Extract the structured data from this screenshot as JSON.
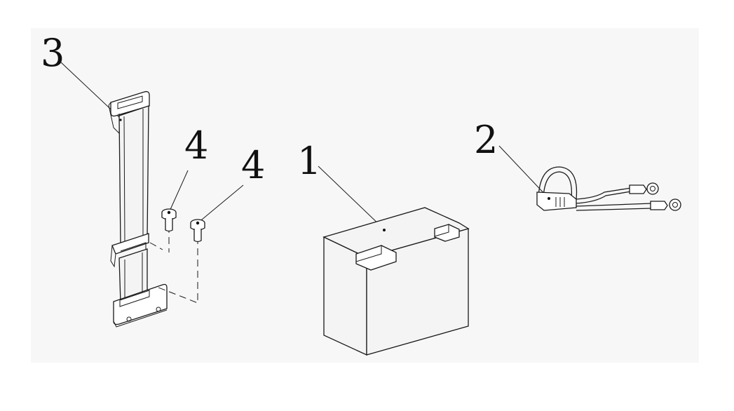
{
  "callouts": {
    "battery": "1",
    "connector": "2",
    "strap": "3",
    "bolt_a": "4",
    "bolt_b": "4"
  }
}
